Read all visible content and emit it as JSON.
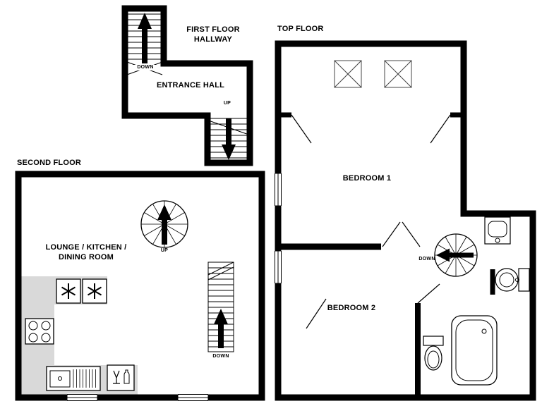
{
  "colors": {
    "walls": "#000000",
    "kitchen_counter": "#d9d9d9",
    "background": "#ffffff"
  },
  "first_floor": {
    "title_line1": "FIRST FLOOR",
    "title_line2": "HALLWAY",
    "room_label": "ENTRANCE HALL",
    "top_stairs_label": "DOWN",
    "bottom_stairs_label": "UP"
  },
  "second_floor": {
    "title": "SECOND FLOOR",
    "room_label_line1": "LOUNGE / KITCHEN /",
    "room_label_line2": "DINING ROOM",
    "spiral_stairs_label": "UP",
    "stairs_label": "DOWN"
  },
  "top_floor": {
    "title": "TOP FLOOR",
    "bedroom1_label": "BEDROOM 1",
    "bedroom2_label": "BEDROOM 2",
    "spiral_stairs_label": "DOWN"
  }
}
